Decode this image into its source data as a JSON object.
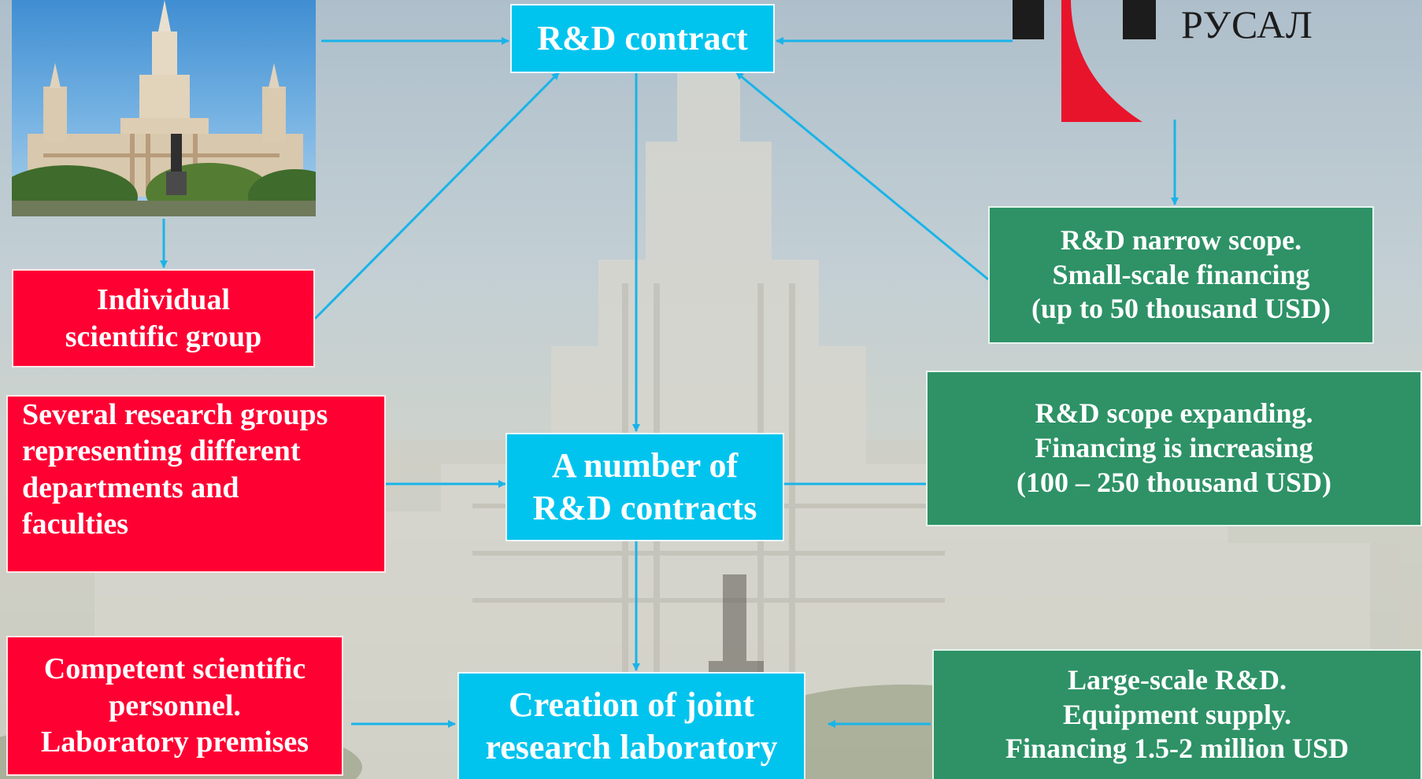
{
  "logo": {
    "brand_text": "РУСАЛ"
  },
  "nodes": {
    "rd_contract": "R&D contract",
    "number_of_contracts": [
      "A number of",
      "R&D contracts"
    ],
    "joint_laboratory": [
      "Creation of joint",
      "research laboratory"
    ],
    "individual_group": [
      "Individual",
      "scientific group"
    ],
    "several_groups": [
      "Several research groups",
      "representing different",
      "departments and",
      "faculties"
    ],
    "competent_personnel": [
      "Competent scientific",
      "personnel.",
      "Laboratory premises"
    ],
    "narrow_scope": [
      "R&D narrow scope.",
      "Small-scale financing",
      "(up to 50 thousand USD)"
    ],
    "scope_expanding": [
      "R&D scope expanding.",
      "Financing is increasing",
      "(100 – 250 thousand USD)"
    ],
    "large_scale": [
      "Large-scale R&D.",
      "Equipment supply.",
      "Financing 1.5-2 million USD"
    ]
  },
  "colors": {
    "cyan_box": "#00c4ee",
    "red_box": "#ff0033",
    "green_box": "#2e9266",
    "arrow": "#19b4e8",
    "logo_red": "#e8142b"
  }
}
